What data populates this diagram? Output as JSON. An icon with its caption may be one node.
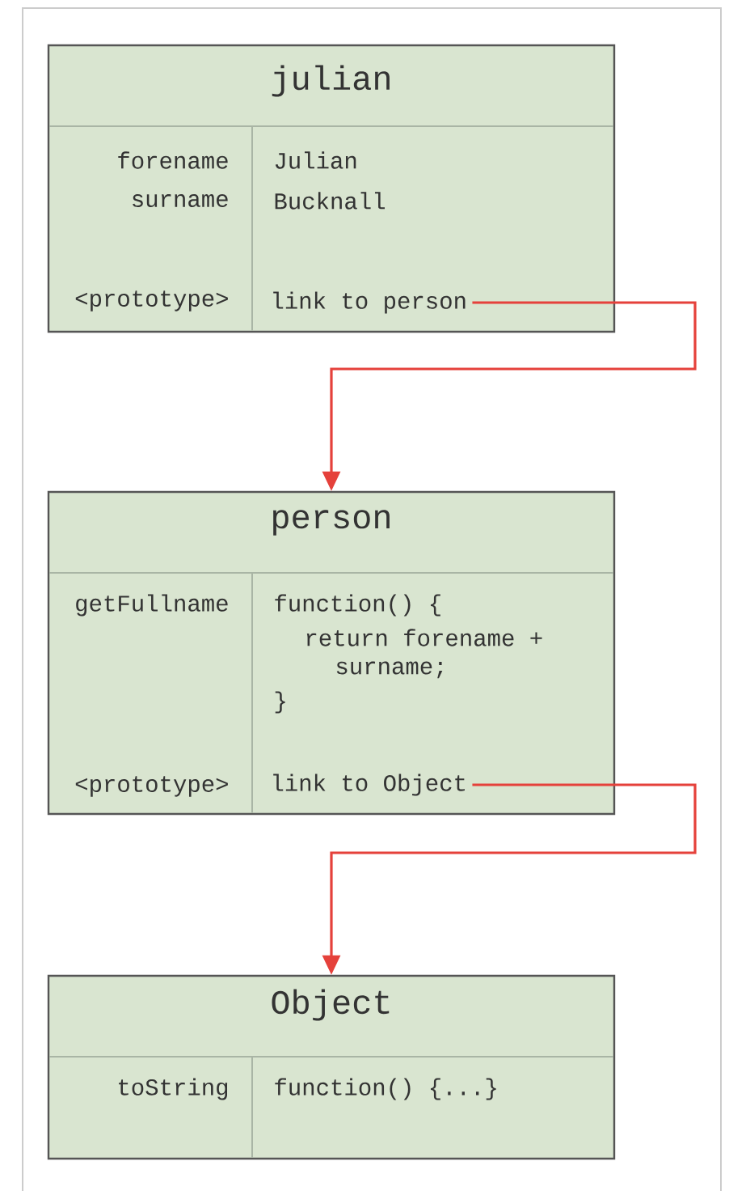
{
  "diagram": {
    "nodes": [
      {
        "text": [
          "julian",
          "forename",
          "Julian",
          "surname",
          "Bucknall",
          "<prototype>"
        ]
      },
      {
        "text": [
          "link to person"
        ],
        "in": 0
      },
      {
        "text": [
          "person",
          "getFullname",
          "function() {",
          "return forename +",
          "surname;",
          "}",
          "<prototype>"
        ]
      },
      {
        "text": [
          "link to Object"
        ],
        "in": 2
      },
      {
        "text": [
          "Object",
          "toString",
          "function() {...}"
        ]
      }
    ],
    "edges": [
      {
        "from": 1,
        "to": 2,
        "arrow": "to"
      },
      {
        "from": 3,
        "to": 4,
        "arrow": "to"
      }
    ]
  }
}
